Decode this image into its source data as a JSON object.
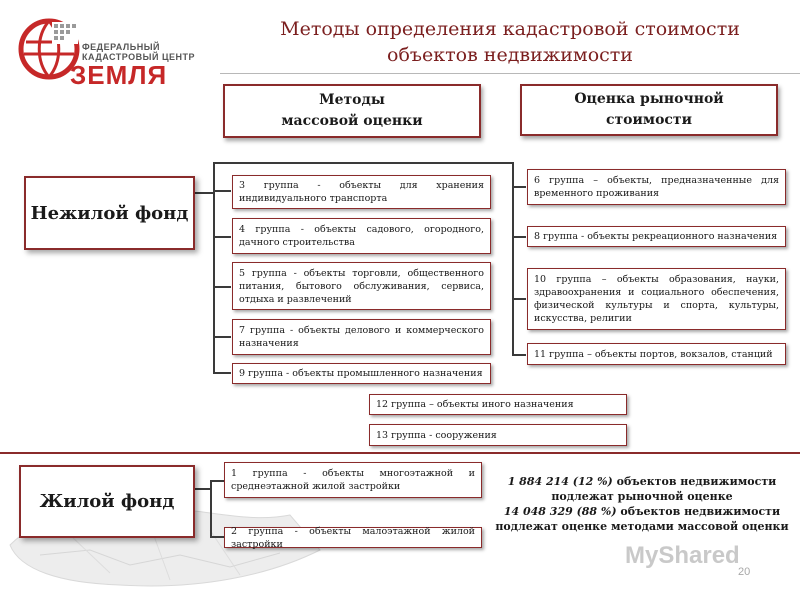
{
  "logo": {
    "line1": "ФЕДЕРАЛЬНЫЙ",
    "line2": "КАДАСТРОВЫЙ ЦЕНТР",
    "name": "ЗЕМЛЯ"
  },
  "title": {
    "line1": "Методы определения кадастровой стоимости",
    "line2": "объектов недвижимости"
  },
  "methods": {
    "mass": {
      "line1": "Методы",
      "line2": "массовой оценки"
    },
    "market": {
      "line1": "Оценка рыночной",
      "line2": "стоимости"
    }
  },
  "categories": {
    "nonresidential": "Нежилой фонд",
    "residential": "Жилой фонд"
  },
  "groups_mass_nonres": [
    "3 группа - объекты для хранения индивидуального транспорта",
    "4 группа - объекты садового, огородного, дачного строительства",
    "5 группа - объекты торговли, общественного питания, бытового обслуживания, сервиса, отдыха и развлечений",
    "7 группа - объекты делового и коммерческого назначения",
    "9 группа - объекты промышленного назначения"
  ],
  "groups_market_nonres": [
    "6 группа – объекты, предназначенные для временного проживания",
    "8 группа - объекты рекреационного назначения",
    "10 группа – объекты образования, науки, здравоохранения и социального обеспечения, физической культуры и спорта, культуры, искусства, религии",
    "11 группа – объекты портов, вокзалов, станций"
  ],
  "groups_other": [
    "12 группа – объекты иного назначения",
    "13 группа - сооружения"
  ],
  "groups_residential": [
    "1 группа - объекты многоэтажной и среднеэтажной жилой застройки",
    "2 группа - объекты малоэтажной жилой застройки"
  ],
  "stats": {
    "market_count": "1 884 214 (12 %)",
    "market_text": "объектов недвижимости подлежат рыночной оценке",
    "mass_count": "14 048 329 (88 %)",
    "mass_text": "объектов недвижимости подлежат оценке методами массовой оценки"
  },
  "watermark": "MyShared",
  "page_number": "20",
  "colors": {
    "accent": "#8a2b2b",
    "title": "#7b1f1f",
    "logo_red": "#c62828"
  }
}
